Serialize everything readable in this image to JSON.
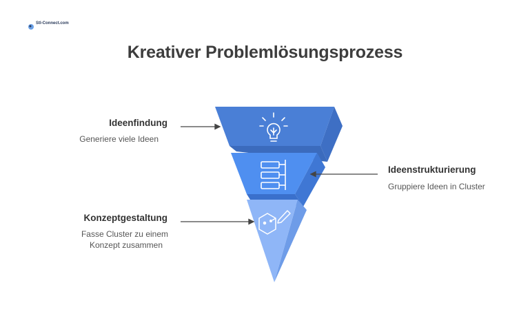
{
  "title": "Kreativer Problemlösungsprozess",
  "logo": {
    "text": "Stl-Connect.com",
    "icon": "brain-logo-icon"
  },
  "steps": [
    {
      "heading": "Ideenfindung",
      "description": "Generiere viele Ideen",
      "icon": "lightbulb-icon",
      "color": "#4a7fd6"
    },
    {
      "heading": "Ideenstrukturierung",
      "description": "Gruppiere Ideen in Cluster",
      "icon": "hierarchy-icon",
      "color": "#4f8ff0"
    },
    {
      "heading": "Konzeptgestaltung",
      "description_line1": "Fasse Cluster zu einem",
      "description_line2": "Konzept zusammen",
      "icon": "cube-pencil-icon",
      "color": "#8fb6f7"
    }
  ]
}
